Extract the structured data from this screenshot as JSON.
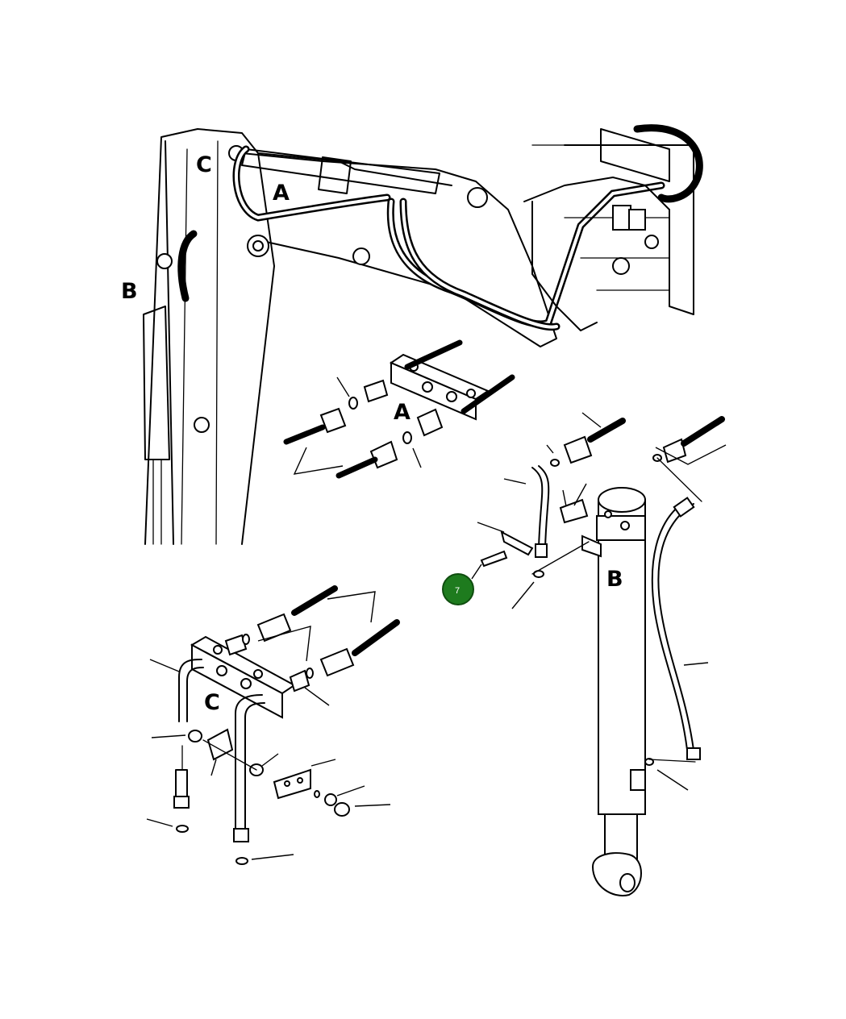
{
  "diagram": {
    "section_labels": {
      "boom_A": "A",
      "boom_B": "B",
      "boom_C": "C",
      "detail_A": "A",
      "detail_B": "B",
      "detail_C": "C"
    },
    "callouts": [
      {
        "number": "7",
        "color": "#1e7b1e",
        "border": "#0f4d0f"
      }
    ]
  }
}
